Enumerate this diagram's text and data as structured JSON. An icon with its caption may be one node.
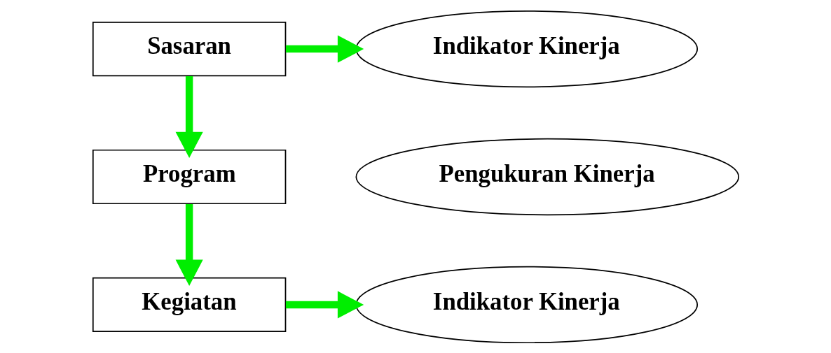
{
  "diagram": {
    "nodes": [
      {
        "text": [
          "Sasaran"
        ]
      },
      {
        "text": [
          "Indikator Kinerja"
        ]
      },
      {
        "text": [
          "Program"
        ]
      },
      {
        "text": [
          "Kegiatan"
        ]
      },
      {
        "text": [
          "Indikator Kinerja"
        ]
      },
      {
        "text": [
          "Pengukuran Kinerja"
        ]
      }
    ],
    "edges": [
      {
        "from": 0,
        "to": 1,
        "arrow": "to"
      },
      {
        "from": 0,
        "to": 2,
        "arrow": "to"
      },
      {
        "from": 2,
        "to": 3,
        "arrow": "to"
      },
      {
        "from": 3,
        "to": 4,
        "arrow": "to"
      }
    ]
  }
}
